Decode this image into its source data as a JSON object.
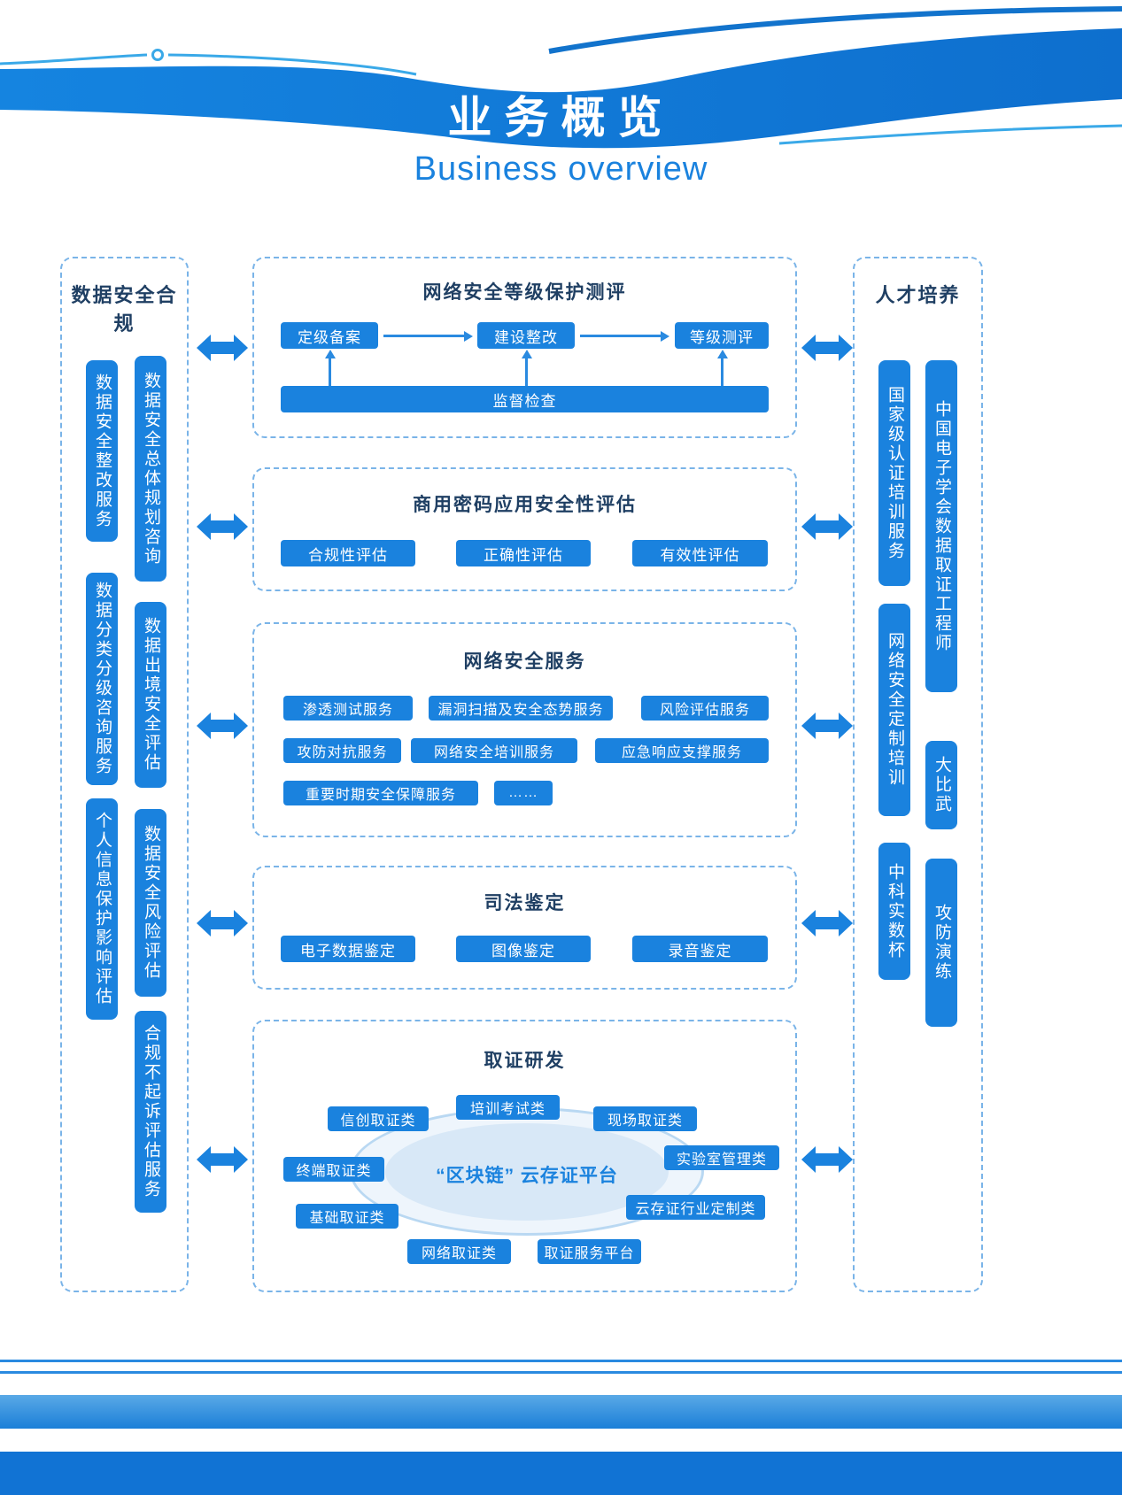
{
  "colors": {
    "primary_blue": "#1a82de",
    "accent_cyan": "#3aa9e8",
    "dashed_border": "#7ab4e8",
    "title_dark": "#1f3f63"
  },
  "header": {
    "title": "业务概览",
    "subtitle": "Business overview"
  },
  "left_panel": {
    "title": "数据安全合规",
    "col1": [
      "数据安全整改服务",
      "数据分类分级咨询服务",
      "个人信息保护影响评估"
    ],
    "col2": [
      "数据安全总体规划咨询",
      "数据出境安全评估",
      "数据安全风险评估",
      "合规不起诉评估服务"
    ]
  },
  "right_panel": {
    "title": "人才培养",
    "col1": [
      "国家级认证培训服务",
      "网络安全定制培训",
      "中科实数杯"
    ],
    "col2": [
      "中国电子学会数据取证工程师",
      "大比武",
      "攻防演练"
    ]
  },
  "sections": {
    "level_protection": {
      "title": "网络安全等级保护测评",
      "steps": [
        "定级备案",
        "建设整改",
        "等级测评"
      ],
      "supervision": "监督检查"
    },
    "crypto": {
      "title": "商用密码应用安全性评估",
      "items": [
        "合规性评估",
        "正确性评估",
        "有效性评估"
      ]
    },
    "services": {
      "title": "网络安全服务",
      "row1": [
        "渗透测试服务",
        "漏洞扫描及安全态势服务",
        "风险评估服务"
      ],
      "row2": [
        "攻防对抗服务",
        "网络安全培训服务",
        "应急响应支撑服务"
      ],
      "row3": [
        "重要时期安全保障服务",
        "……"
      ]
    },
    "judicial": {
      "title": "司法鉴定",
      "items": [
        "电子数据鉴定",
        "图像鉴定",
        "录音鉴定"
      ]
    },
    "forensics": {
      "title": "取证研发",
      "platform": "“区块链” 云存证平台",
      "items": [
        "信创取证类",
        "培训考试类",
        "现场取证类",
        "终端取证类",
        "实验室管理类",
        "基础取证类",
        "云存证行业定制类",
        "网络取证类",
        "取证服务平台"
      ]
    }
  }
}
